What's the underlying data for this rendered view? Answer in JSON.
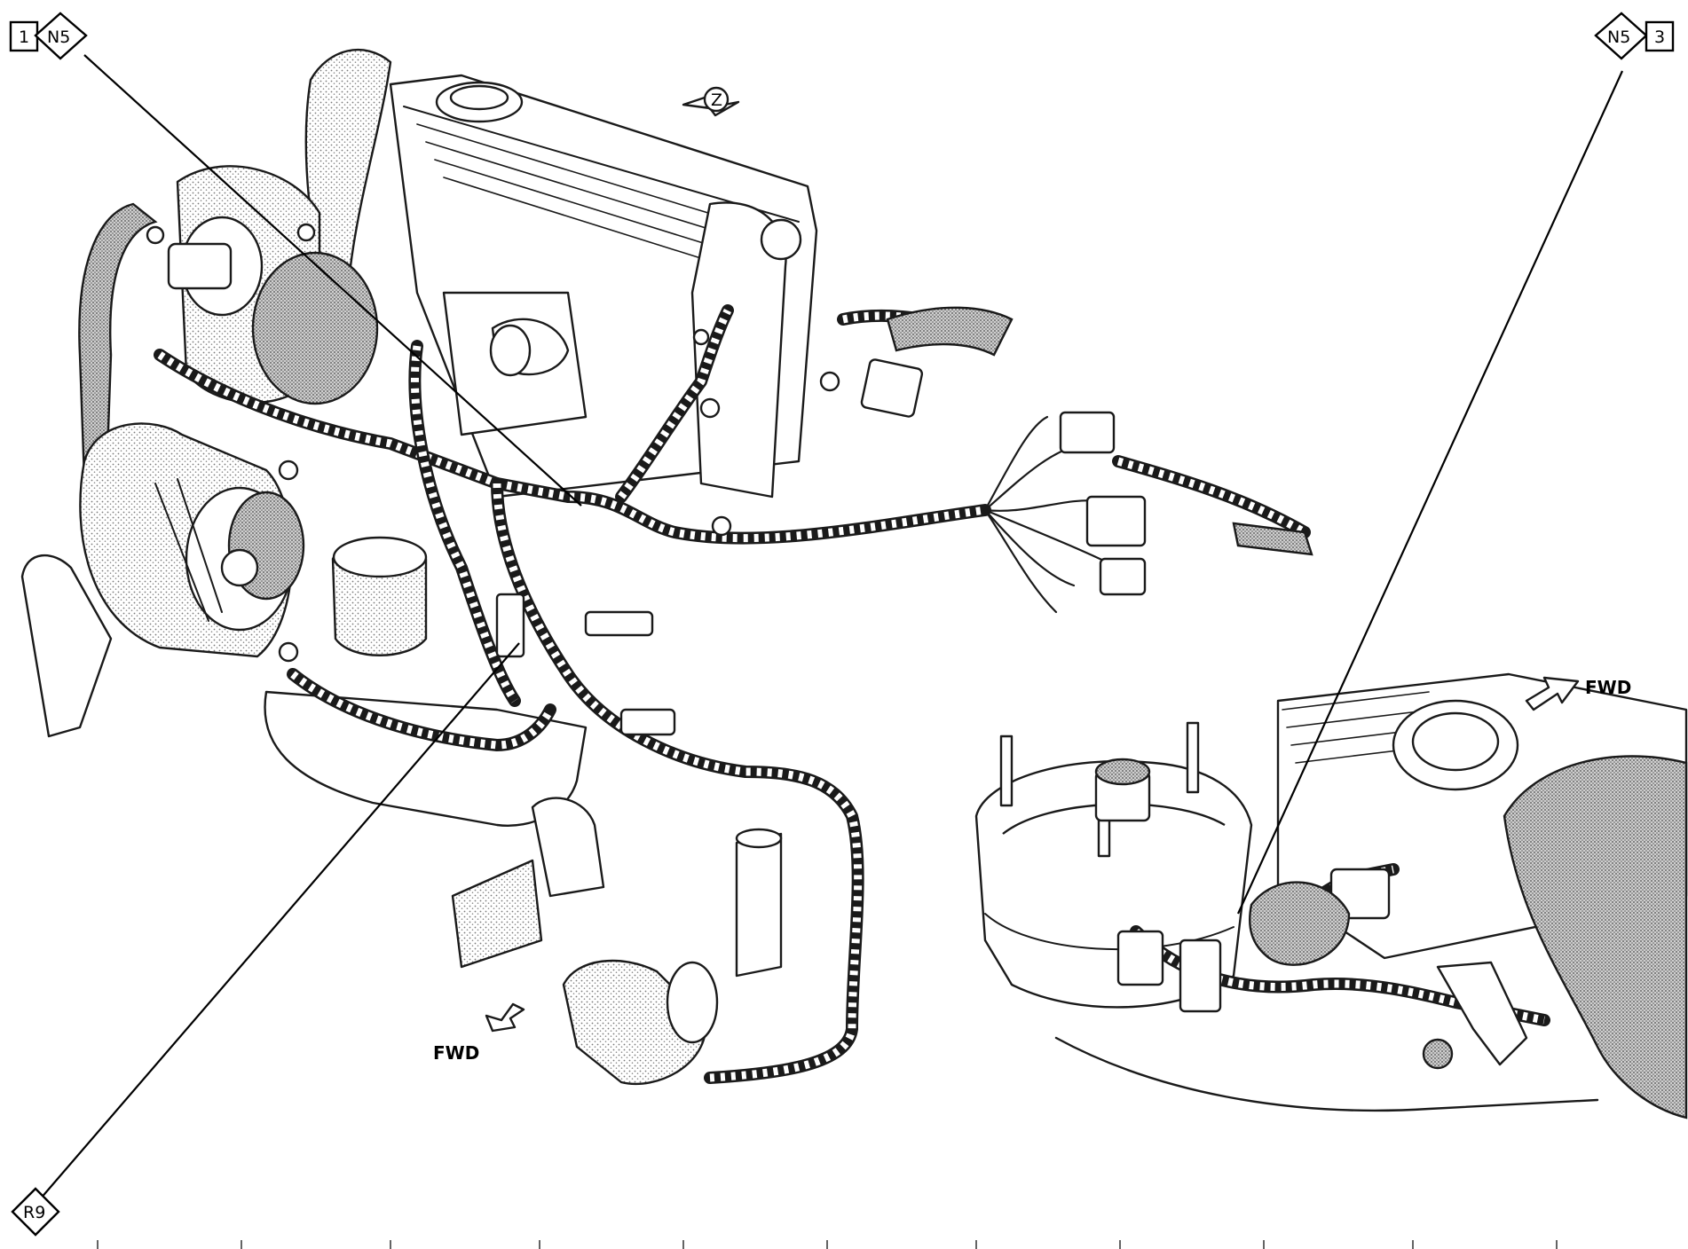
{
  "callouts": {
    "top_left": {
      "number": "1",
      "code": "N5"
    },
    "top_right": {
      "code": "N5",
      "number": "3"
    },
    "bottom_left": {
      "code": "R9"
    }
  },
  "direction_labels": {
    "main_view": "FWD",
    "detail_view": "FWD",
    "view_marker": "Z"
  },
  "colors": {
    "ink": "#1a1a1a",
    "background": "#ffffff",
    "stipple": "#9a9a9a"
  }
}
